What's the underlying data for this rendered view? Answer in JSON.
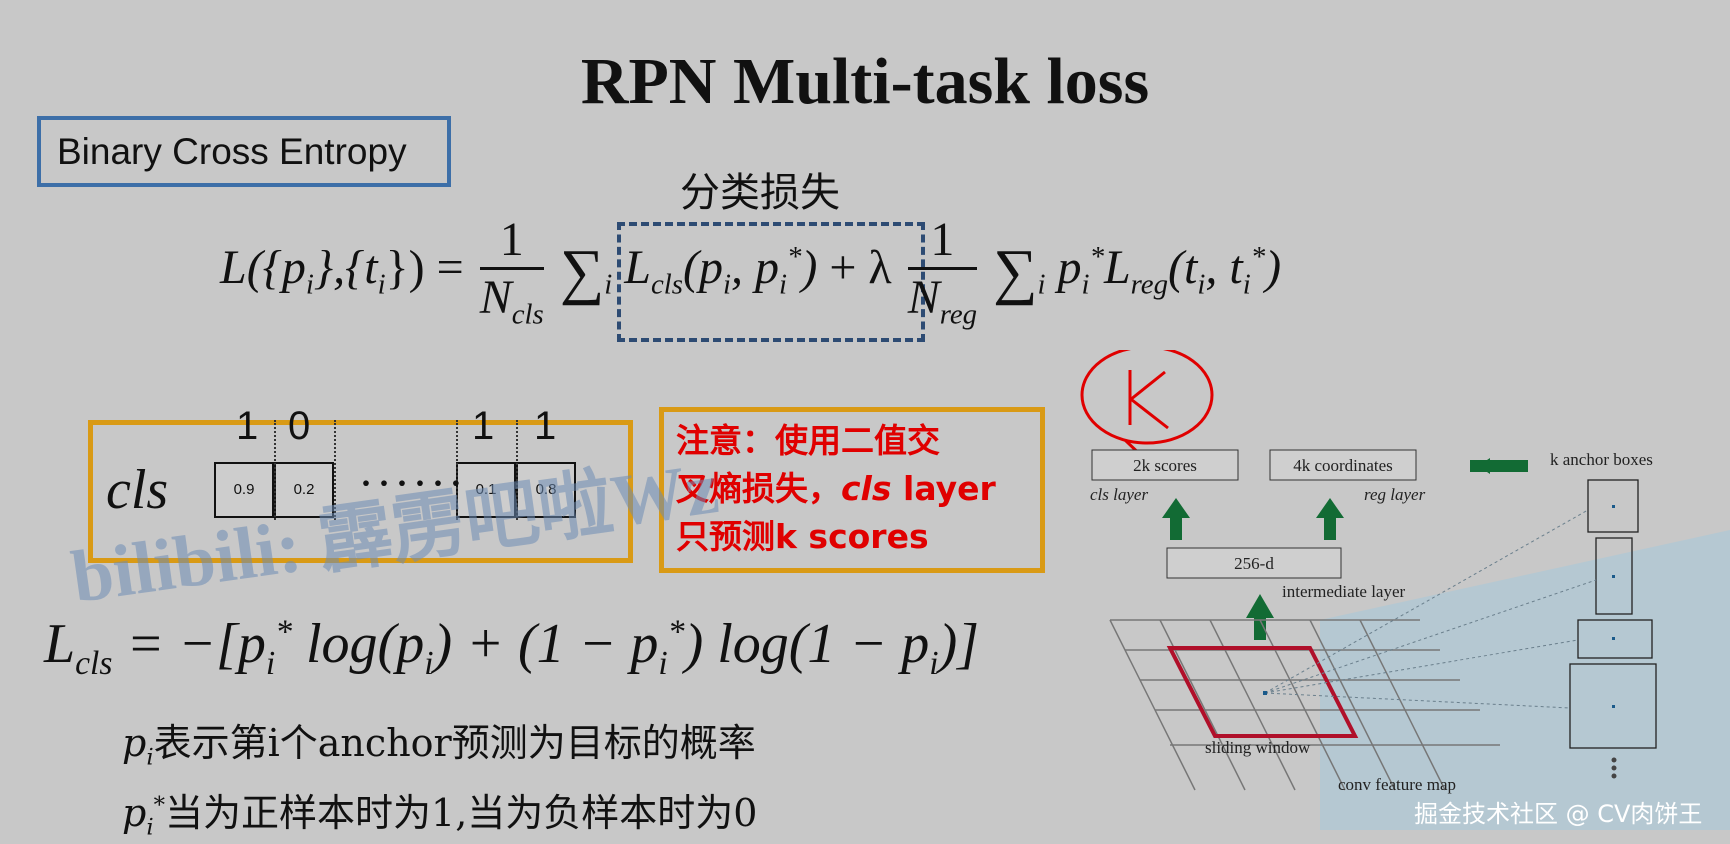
{
  "title": "RPN Multi-task loss",
  "bce_label": "Binary Cross Entropy",
  "cls_loss_label": "分类损失",
  "main_formula": {
    "lhs": "L({p",
    "lhs_sub": "i",
    "mid": "},{t",
    "mid2": "}) =",
    "one": "1",
    "n_cls": "N",
    "n_cls_sub": "cls",
    "sum_index": "i",
    "lcls": "L",
    "lcls_sub": "cls",
    "lcls_args": "(p",
    "star": "*",
    "plus_lambda": "+ λ",
    "n_reg": "N",
    "n_reg_sub": "reg",
    "lreg": "L",
    "lreg_sub": "reg",
    "lreg_args": "(t"
  },
  "cls_row": {
    "label": "cls",
    "bits": [
      "1",
      "0",
      "1",
      "1"
    ],
    "scores": [
      "0.9",
      "0.2",
      "0.1",
      "0.8"
    ],
    "ellipsis": "······"
  },
  "note": {
    "line1": "注意：使用二值交",
    "line2_pre": "叉熵损失，",
    "line2_em": "cls",
    "line2_post": " layer",
    "line3": "只预测k scores"
  },
  "watermark": "bilibili:   霹雳吧啦Wz",
  "lcls_formula": {
    "lhs": "L",
    "lhs_sub": "cls",
    "body": "= −[p",
    "body2": " log(p",
    "body3": ") + (1 − p",
    "body4": ") log(1 − p",
    "body5": ")]",
    "sub_i": "i",
    "star": "*"
  },
  "desc1": {
    "p": "p",
    "sub": "i",
    "text": "表示第i个anchor预测为目标的概率"
  },
  "desc2": {
    "p": "p",
    "sub": "i",
    "star": "*",
    "text": "当为正样本时为1,当为负样本时为0"
  },
  "diagram": {
    "scores": "2k scores",
    "coords": "4k coordinates",
    "anchors": "k anchor boxes",
    "cls_layer": "cls layer",
    "reg_layer": "reg layer",
    "d256": "256-d",
    "intermediate": "intermediate layer",
    "sliding": "sliding window",
    "conv": "conv feature map",
    "handwritten": "K"
  },
  "footer": "掘金技术社区 @ CV肉饼王"
}
